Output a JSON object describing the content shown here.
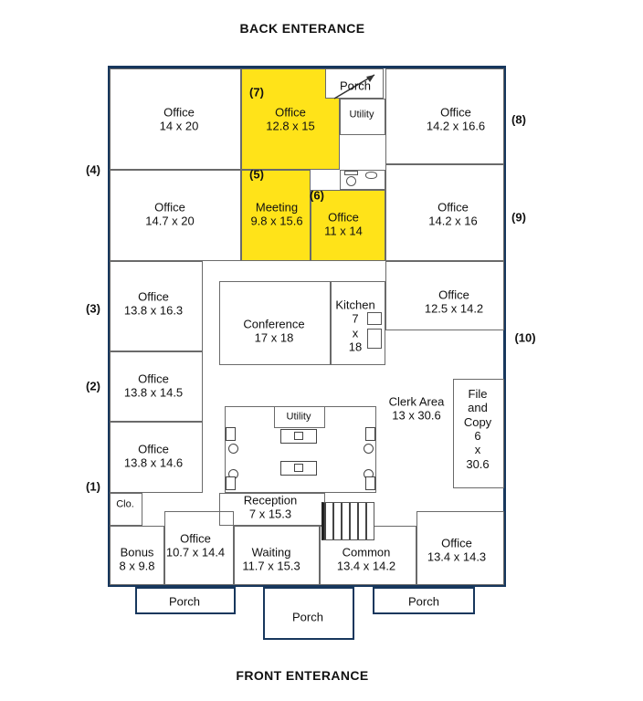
{
  "back_entrance": "BACK ENTERANCE",
  "front_entrance": "FRONT ENTERANCE",
  "colors": {
    "outer_wall": "#17375D",
    "inner_wall": "#6a6a6a",
    "highlight": "#FFE319"
  },
  "units": {
    "n1": "(1)",
    "n2": "(2)",
    "n3": "(3)",
    "n4": "(4)",
    "n5": "(5)",
    "n6": "(6)",
    "n7": "(7)",
    "n8": "(8)",
    "n9": "(9)",
    "n10": "(10)"
  },
  "rooms": {
    "office_tl": {
      "name": "Office",
      "size": "14 x 20"
    },
    "office_7": {
      "name": "Office",
      "size": "12.8 x 15"
    },
    "utility_top": {
      "name": "Utility"
    },
    "porch_top": {
      "name": "Porch"
    },
    "office_8": {
      "name": "Office",
      "size": "14.2 x 16.6"
    },
    "office_l2": {
      "name": "Office",
      "size": "14.7 x 20"
    },
    "meeting_5": {
      "name": "Meeting",
      "size": "9.8 x 15.6"
    },
    "office_6": {
      "name": "Office",
      "size": "11 x 14"
    },
    "office_9": {
      "name": "Office",
      "size": "14.2 x 16"
    },
    "office_l3": {
      "name": "Office",
      "size": "13.8 x 16.3"
    },
    "conference": {
      "name": "Conference",
      "size": "17 x 18"
    },
    "kitchen": {
      "name": "Kitchen",
      "line2": "7",
      "line3": "x",
      "line4": "18"
    },
    "office_10": {
      "name": "Office",
      "size": "12.5 x 14.2"
    },
    "office_l4": {
      "name": "Office",
      "size": "13.8 x 14.5"
    },
    "clerk_area": {
      "name": "Clerk Area",
      "size": "13 x 30.6"
    },
    "file_copy": {
      "line1": "File",
      "line2": "and",
      "line3": "Copy",
      "line4": "6",
      "line5": "x",
      "line6": "30.6"
    },
    "office_l5": {
      "name": "Office",
      "size": "13.8 x 14.6"
    },
    "utility_mid": {
      "name": "Utility"
    },
    "reception": {
      "name": "Reception",
      "size": "7 x 15.3"
    },
    "closet": {
      "name": "Clo."
    },
    "bonus": {
      "name": "Bonus",
      "size": "8 x 9.8"
    },
    "office_b1": {
      "name": "Office",
      "size": "10.7 x 14.4"
    },
    "waiting": {
      "name": "Waiting",
      "size": "11.7 x 15.3"
    },
    "common": {
      "name": "Common",
      "size": "13.4 x 14.2"
    },
    "office_b2": {
      "name": "Office",
      "size": "13.4 x 14.3"
    },
    "porch_bottom_left": {
      "name": "Porch"
    },
    "porch_bottom_center": {
      "name": "Porch"
    },
    "porch_bottom_right": {
      "name": "Porch"
    }
  }
}
